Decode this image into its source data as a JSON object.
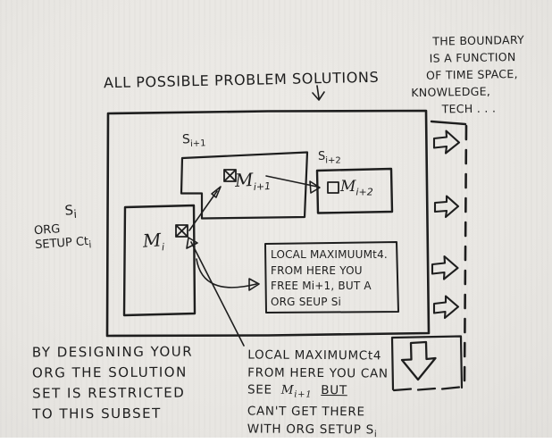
{
  "colors": {
    "ink": "#1e1e1e",
    "paper": "#e9e7e3"
  },
  "title": "ALL POSSIBLE PROBLEM SOLUTIONS",
  "boundary_note": {
    "lines": [
      "THE BOUNDARY",
      "IS A FUNCTION",
      "OF TIME SPACE,",
      "KNOWLEDGE,",
      "TECH . . ."
    ]
  },
  "org_label": {
    "set_base": "S",
    "set_sub": "i",
    "line2": "ORG",
    "line3_base": "SETUP Ct",
    "line3_sub": "i"
  },
  "sets": {
    "s1": {
      "base": "S",
      "sub": "i+1"
    },
    "s2": {
      "base": "S",
      "sub": "i+2"
    },
    "m0": {
      "base": "M",
      "sub": "i"
    },
    "m1": {
      "base": "M",
      "sub": "i+1"
    },
    "m2": {
      "base": "M",
      "sub": "i+2"
    }
  },
  "local_max_note": {
    "lines": [
      "LOCAL MAXIMUUMt4.",
      "FROM HERE YOU",
      "FREE Mi+1, BUT A",
      "ORG SEUP Si"
    ]
  },
  "cant_get_note": {
    "line1": "LOCAL MAXIMUMCt4",
    "line2": "FROM HERE YOU CAN",
    "line3_pre": "SEE",
    "line3_m_base": "M",
    "line3_m_sub": "i+1",
    "line3_but": "BUT",
    "line4": "CAN'T GET THERE",
    "line5_base": "WITH ORG SETUP S",
    "line5_sub": "i"
  },
  "restricted_note": {
    "lines": [
      "BY DESIGNING YOUR",
      "ORG THE SOLUTION",
      "SET IS RESTRICTED",
      "TO THIS SUBSET"
    ]
  }
}
